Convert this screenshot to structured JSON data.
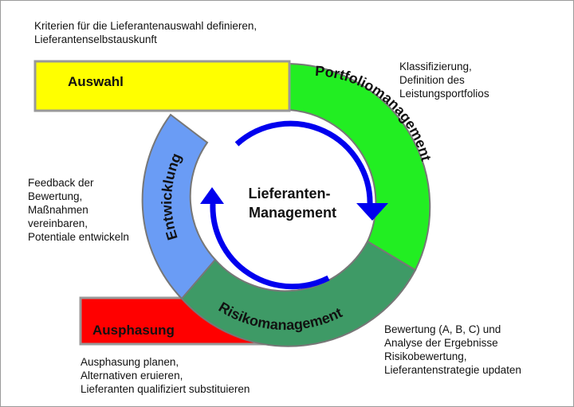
{
  "diagram": {
    "center_title_line1": "Lieferanten-",
    "center_title_line2": "Management",
    "phases": {
      "auswahl": {
        "label": "Auswahl",
        "color": "#ffff00"
      },
      "portfolio": {
        "label": "Portfoliomanagement",
        "color": "#22ee22"
      },
      "risiko": {
        "label": "Risikomanagement",
        "color": "#3e9a66"
      },
      "ausphasung": {
        "label": "Ausphasung",
        "color": "#ff0000"
      },
      "entwicklung": {
        "label": "Entwicklung",
        "color": "#6a9cf5"
      }
    },
    "notes": {
      "auswahl": [
        "Kriterien für die Lieferantenauswahl definieren,",
        "Lieferantenselbstauskunft"
      ],
      "portfolio": [
        "Klassifizierung,",
        "Definition des",
        "Leistungsportfolios"
      ],
      "entwicklung": [
        "Feedback der",
        "Bewertung,",
        "Maßnahmen",
        "vereinbaren,",
        "Potentiale entwickeln"
      ],
      "risiko": [
        "Bewertung (A, B, C) und",
        "Analyse der Ergebnisse",
        "Risikobewertung,",
        "Lieferantenstrategie updaten"
      ],
      "ausphasung": [
        "Ausphasung planen,",
        "Alternativen eruieren,",
        "Lieferanten qualifiziert substituieren"
      ]
    },
    "arrow_color": "#0000ee"
  }
}
